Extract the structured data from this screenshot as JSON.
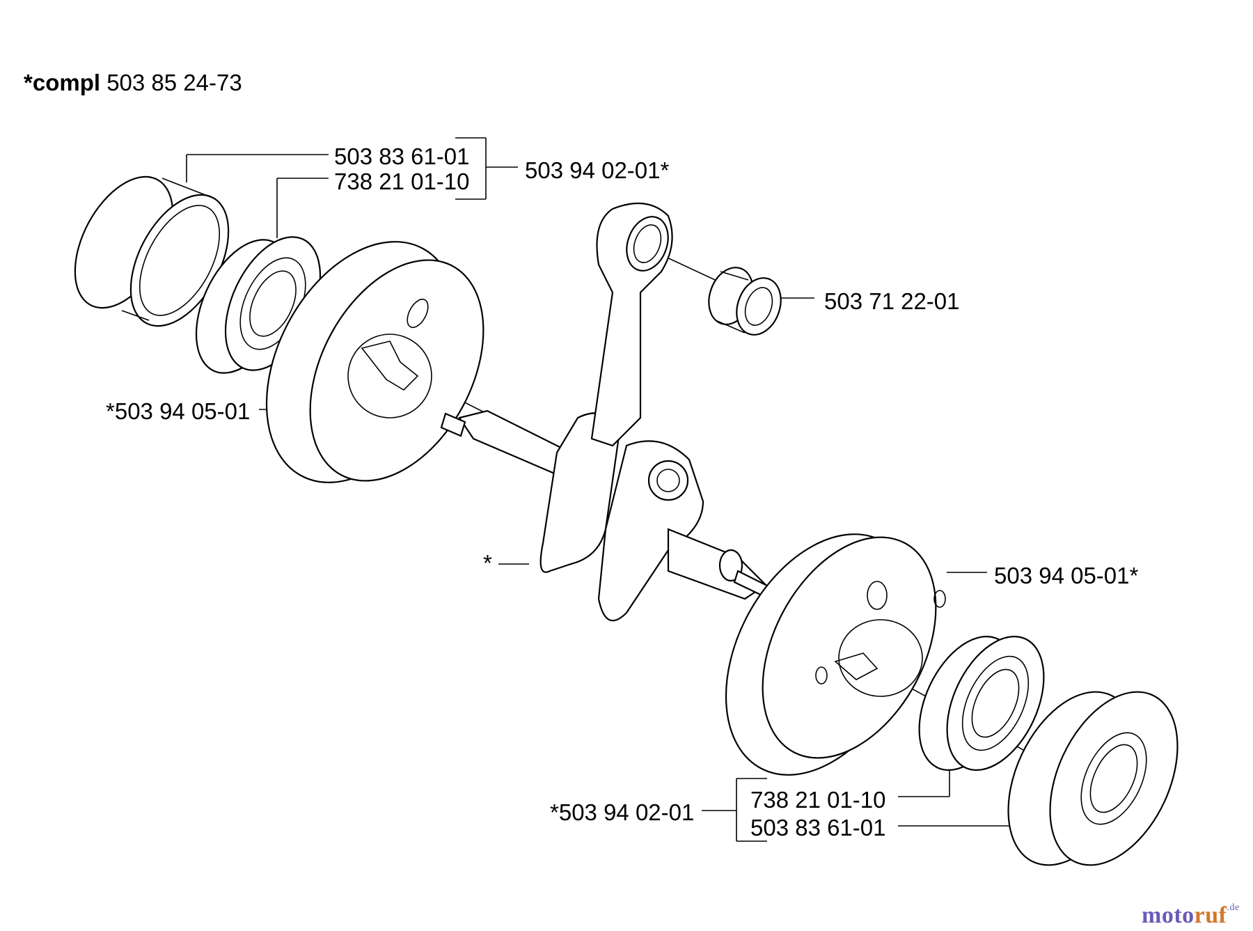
{
  "diagram": {
    "title": {
      "prefix": "*compl",
      "part_no": "503 85 24-73"
    },
    "labels": [
      {
        "id": "lbl-bearing-top",
        "text": "503 83 61-01"
      },
      {
        "id": "lbl-seal-top",
        "text": "738 21 01-10"
      },
      {
        "id": "lbl-kit-top",
        "text": "503 94 02-01*"
      },
      {
        "id": "lbl-needle-bearing",
        "text": "503 71 22-01"
      },
      {
        "id": "lbl-flywheel-left",
        "text": "*503 94 05-01"
      },
      {
        "id": "lbl-crankshaft",
        "text": "*"
      },
      {
        "id": "lbl-flywheel-right",
        "text": "503 94 05-01*"
      },
      {
        "id": "lbl-kit-bottom",
        "text": "*503 94 02-01"
      },
      {
        "id": "lbl-seal-bottom",
        "text": "738 21 01-10"
      },
      {
        "id": "lbl-bearing-bottom",
        "text": "503 83 61-01"
      }
    ],
    "brand": {
      "name_part1": "moto",
      "name_part2": "ruf",
      "suffix": ".de"
    }
  }
}
